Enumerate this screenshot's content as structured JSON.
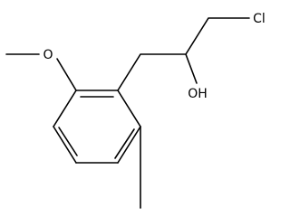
{
  "molecule": {
    "atom_labels": {
      "oxygen_methoxy": "O",
      "hydroxyl": "OH",
      "chlorine": "Cl"
    }
  }
}
